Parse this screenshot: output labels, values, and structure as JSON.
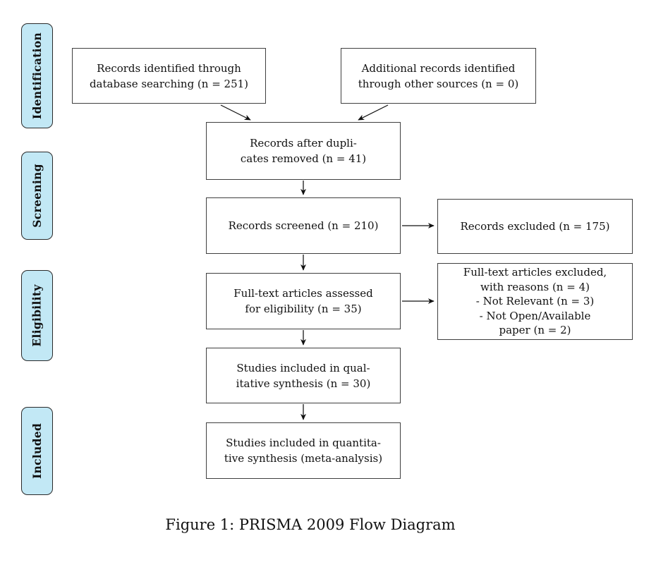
{
  "figure": {
    "caption": "Figure 1: PRISMA 2009 Flow Diagram"
  },
  "colors": {
    "background": "#ffffff",
    "stage_fill": "#c2e8f5",
    "stage_border": "#2a2a2a",
    "box_border": "#3f3f3f",
    "text": "#111111",
    "arrow": "#111111"
  },
  "stages": [
    {
      "label": "Identification"
    },
    {
      "label": "Screening"
    },
    {
      "label": "Eligibility"
    },
    {
      "label": "Included"
    }
  ],
  "boxes": [
    {
      "id": "records-identified",
      "lines": [
        "Records identified through",
        "database searching (n = 251)"
      ]
    },
    {
      "id": "additional-records",
      "lines": [
        "Additional records identified",
        "through other sources (n = 0)"
      ]
    },
    {
      "id": "duplicates-removed",
      "lines": [
        "Records after dupli-",
        "cates removed (n = 41)"
      ]
    },
    {
      "id": "records-screened",
      "lines": [
        "Records screened (n = 210)"
      ]
    },
    {
      "id": "records-excluded",
      "lines": [
        "Records excluded (n = 175)"
      ]
    },
    {
      "id": "fulltext-assessed",
      "lines": [
        "Full-text articles assessed",
        "for eligibility (n = 35)"
      ]
    },
    {
      "id": "fulltext-excluded",
      "lines": [
        "Full-text articles excluded,",
        "with reasons (n = 4)",
        "- Not Relevant (n = 3)",
        "- Not Open/Available",
        "paper (n = 2)"
      ]
    },
    {
      "id": "qualitative-synthesis",
      "lines": [
        "Studies included in qual-",
        "itative synthesis (n = 30)"
      ]
    },
    {
      "id": "quantitative-synthesis",
      "lines": [
        "Studies included in quantita-",
        "tive synthesis (meta-analysis)"
      ]
    }
  ],
  "arrows": [
    {
      "from": "records-identified",
      "to": "duplicates-removed"
    },
    {
      "from": "additional-records",
      "to": "duplicates-removed"
    },
    {
      "from": "duplicates-removed",
      "to": "records-screened"
    },
    {
      "from": "records-screened",
      "to": "records-excluded"
    },
    {
      "from": "records-screened",
      "to": "fulltext-assessed"
    },
    {
      "from": "fulltext-assessed",
      "to": "fulltext-excluded"
    },
    {
      "from": "fulltext-assessed",
      "to": "qualitative-synthesis"
    },
    {
      "from": "qualitative-synthesis",
      "to": "quantitative-synthesis"
    }
  ]
}
